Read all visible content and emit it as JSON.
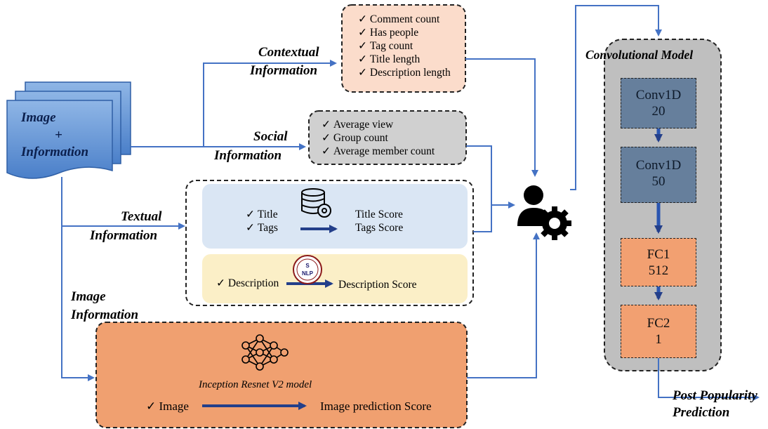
{
  "source": {
    "line1": "Image",
    "line2": "+",
    "line3": "Information"
  },
  "contextual": {
    "label_line1": "Contextual",
    "label_line2": "Information",
    "items": [
      "Comment count",
      "Has people",
      "Tag count",
      "Title length",
      "Description length"
    ]
  },
  "social": {
    "label_line1": "Social",
    "label_line2": "Information",
    "items": [
      "Average view",
      "Group count",
      "Average member count"
    ]
  },
  "textual": {
    "label_line1": "Textual",
    "label_line2": "Information",
    "items": [
      "Title",
      "Tags"
    ],
    "scores": [
      "Title Score",
      "Tags Score"
    ],
    "description": "Description",
    "description_score": "Description Score",
    "nlp_logo_letters": [
      "S",
      "NLP"
    ]
  },
  "image_info": {
    "label_line1": "Image",
    "label_line2": "Information",
    "model_name": "Inception Resnet V2 model",
    "input": "Image",
    "output": "Image prediction Score"
  },
  "conv_model": {
    "title": "Convolutional Model",
    "layers": [
      {
        "name": "Conv1D",
        "units": "20"
      },
      {
        "name": "Conv1D",
        "units": "50"
      },
      {
        "name": "FC1",
        "units": "512"
      },
      {
        "name": "FC2",
        "units": "1"
      }
    ]
  },
  "output": {
    "line1": "Post Popularity",
    "line2": "Prediction"
  },
  "colors": {
    "arrow": "#4472c4",
    "contextual_fill": "#fbdccb",
    "social_fill": "#d0d0d0",
    "textual_top_fill": "#dae6f4",
    "textual_bottom_fill": "#fbefc7",
    "image_fill": "#f0a070",
    "conv_panel_fill": "#bfbfbf",
    "conv_layer_fill": "#667f9c",
    "fc_layer_fill": "#f2a071"
  },
  "icons": [
    "document-stack-icon",
    "database-gear-icon",
    "nlp-logo-icon",
    "neural-network-icon",
    "user-gear-icon"
  ]
}
